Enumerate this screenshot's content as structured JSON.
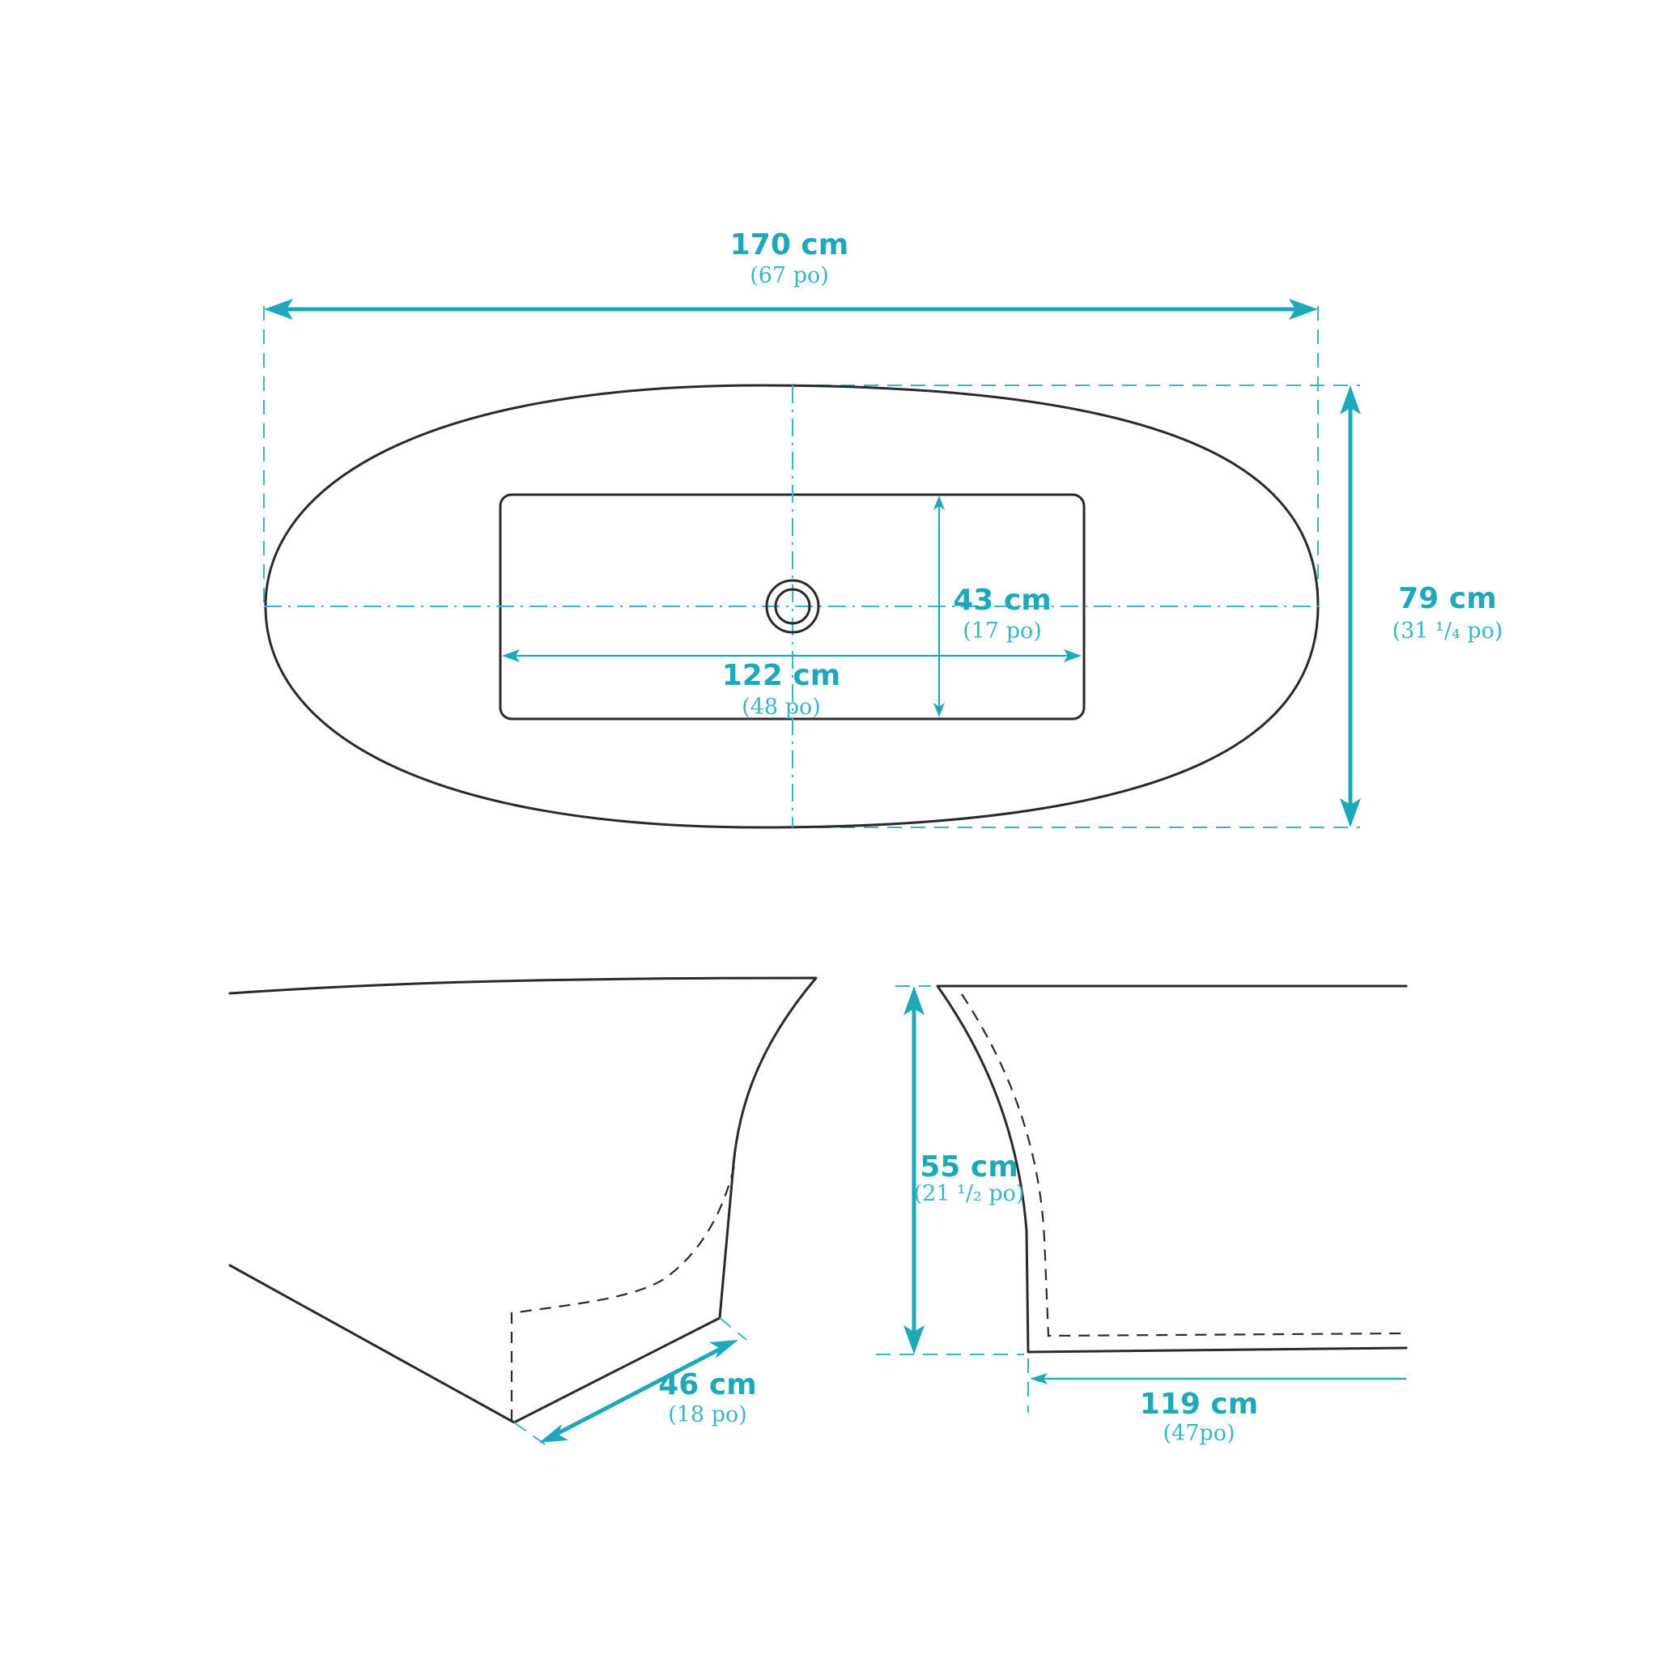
{
  "colors": {
    "dimension": "#1fa8ba",
    "outline": "#2a2a2a",
    "background": "#ffffff"
  },
  "dimensions": {
    "overall_length": {
      "value": "170 cm",
      "imperial": "(67 po)"
    },
    "overall_width": {
      "value": "79 cm",
      "imperial": "(31 ¹/₄ po)"
    },
    "basin_length": {
      "value": "122 cm",
      "imperial": "(48 po)"
    },
    "basin_width": {
      "value": "43 cm",
      "imperial": "(17 po)"
    },
    "end_slope": {
      "value": "46 cm",
      "imperial": "(18 po)"
    },
    "height": {
      "value": "55 cm",
      "imperial": "(21 ¹/₂ po)"
    },
    "floor_length": {
      "value": "119 cm",
      "imperial": "(47po)"
    }
  }
}
